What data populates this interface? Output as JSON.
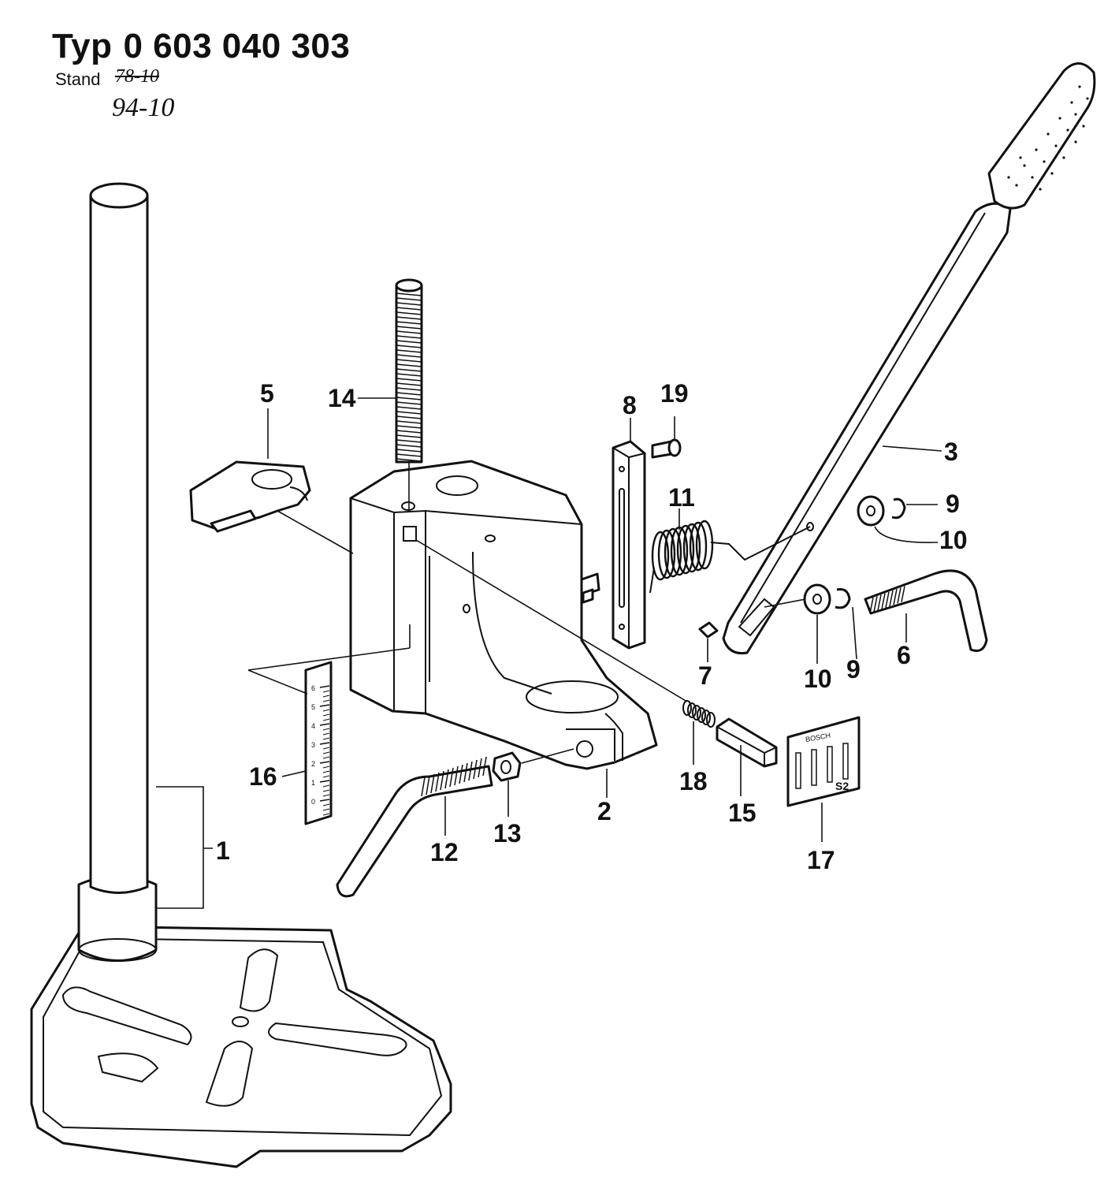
{
  "header": {
    "typ_label": "Typ",
    "typ_number": "0 603 040 303",
    "stand_label": "Stand",
    "stand_old": "78-10",
    "stand_new": "94-10"
  },
  "plate": {
    "brand": "BOSCH",
    "code": "S2"
  },
  "scale": {
    "ticks": [
      "6",
      "5",
      "4",
      "3",
      "2",
      "1",
      "0"
    ]
  },
  "callouts": [
    "1",
    "2",
    "3",
    "5",
    "6",
    "7",
    "8",
    "9",
    "9",
    "10",
    "10",
    "11",
    "12",
    "13",
    "14",
    "15",
    "16",
    "17",
    "18",
    "19"
  ]
}
